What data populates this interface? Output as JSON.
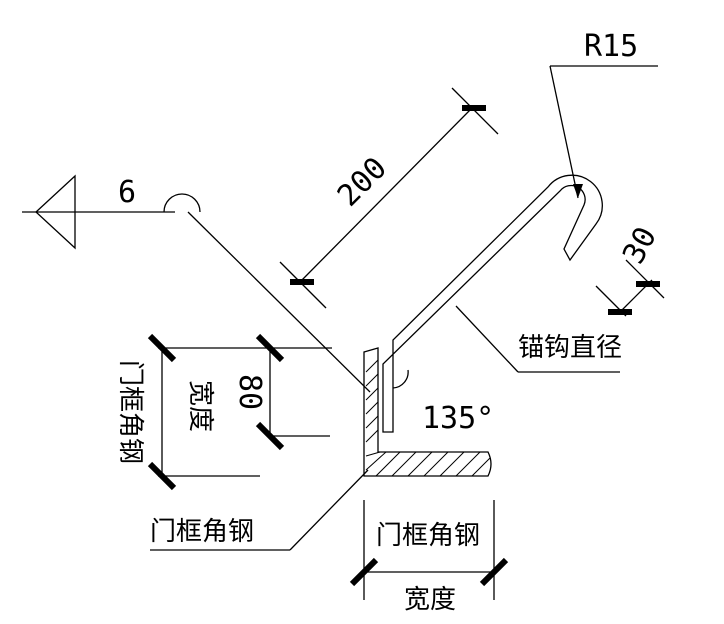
{
  "dims": {
    "weld_size": "6",
    "hook_radius": "R15",
    "hook_length": "200",
    "hook_end": "30",
    "width_value": "80",
    "angle": "135°"
  },
  "labels": {
    "door_angle_steel_left": "门框角钢",
    "width_left": "宽度",
    "door_angle_steel_bottom": "门框角钢",
    "door_angle_steel_right": "门框角钢",
    "width_bottom": "宽度",
    "anchor_hook_diameter": "锚钩直径"
  }
}
